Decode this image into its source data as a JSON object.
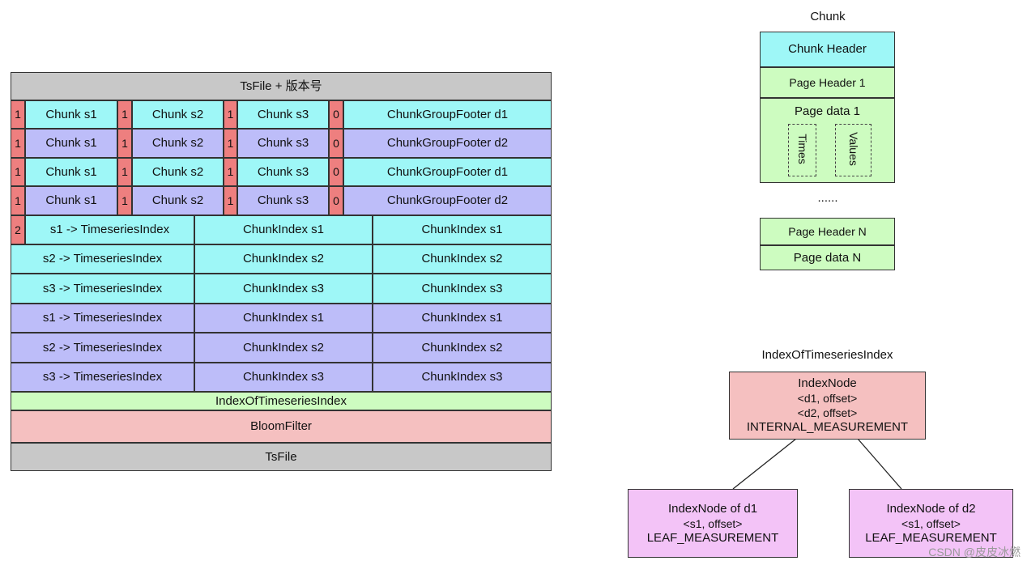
{
  "tsfile": {
    "header": "TsFile + 版本号",
    "chunk_group_rows": [
      {
        "marker_a": "1",
        "chunk_a": "Chunk s1",
        "marker_b": "1",
        "chunk_b": "Chunk s2",
        "marker_c": "1",
        "chunk_c": "Chunk s3",
        "marker_d": "0",
        "footer": "ChunkGroupFooter d1"
      },
      {
        "marker_a": "1",
        "chunk_a": "Chunk s1",
        "marker_b": "1",
        "chunk_b": "Chunk s2",
        "marker_c": "1",
        "chunk_c": "Chunk s3",
        "marker_d": "0",
        "footer": "ChunkGroupFooter d2"
      },
      {
        "marker_a": "1",
        "chunk_a": "Chunk s1",
        "marker_b": "1",
        "chunk_b": "Chunk s2",
        "marker_c": "1",
        "chunk_c": "Chunk s3",
        "marker_d": "0",
        "footer": "ChunkGroupFooter d1"
      },
      {
        "marker_a": "1",
        "chunk_a": "Chunk s1",
        "marker_b": "1",
        "chunk_b": "Chunk s2",
        "marker_c": "1",
        "chunk_c": "Chunk s3",
        "marker_d": "0",
        "footer": "ChunkGroupFooter d2"
      }
    ],
    "index_marker": "2",
    "index_rows": [
      {
        "series": "s1 -> TimeseriesIndex",
        "chunk_index_a": "ChunkIndex s1",
        "chunk_index_b": "ChunkIndex s1"
      },
      {
        "series": "s2 -> TimeseriesIndex",
        "chunk_index_a": "ChunkIndex s2",
        "chunk_index_b": "ChunkIndex s2"
      },
      {
        "series": "s3 -> TimeseriesIndex",
        "chunk_index_a": "ChunkIndex s3",
        "chunk_index_b": "ChunkIndex s3"
      },
      {
        "series": "s1 -> TimeseriesIndex",
        "chunk_index_a": "ChunkIndex s1",
        "chunk_index_b": "ChunkIndex s1"
      },
      {
        "series": "s2 -> TimeseriesIndex",
        "chunk_index_a": "ChunkIndex s2",
        "chunk_index_b": "ChunkIndex s2"
      },
      {
        "series": "s3 -> TimeseriesIndex",
        "chunk_index_a": "ChunkIndex s3",
        "chunk_index_b": "ChunkIndex s3"
      }
    ],
    "index_of_timeseries_index": "IndexOfTimeseriesIndex",
    "bloom_filter": "BloomFilter",
    "footer": "TsFile"
  },
  "chunk": {
    "title": "Chunk",
    "chunk_header": "Chunk Header",
    "page_header_1": "Page Header 1",
    "page_data_1": "Page data 1",
    "times": "Times",
    "values": "Values",
    "ellipsis": "......",
    "page_header_n": "Page Header N",
    "page_data_n": "Page data N"
  },
  "index_tree": {
    "title": "IndexOfTimeseriesIndex",
    "root": {
      "lines": [
        "IndexNode",
        "<d1, offset>",
        "<d2, offset>",
        "INTERNAL_MEASUREMENT"
      ]
    },
    "leaf_d1": {
      "lines": [
        "IndexNode of d1",
        "<s1, offset>",
        "LEAF_MEASUREMENT"
      ]
    },
    "leaf_d2": {
      "lines": [
        "IndexNode of d2",
        "<s1, offset>",
        "LEAF_MEASUREMENT"
      ]
    }
  },
  "watermark": "CSDN @皮皮冰燃",
  "colors": {
    "gray": "#c8c8c8",
    "cyan": "#9ef7f7",
    "lavender": "#bdbdf9",
    "green": "#cdfcc0",
    "pink": "#f5c0c0",
    "marker_red": "#ee7f7f",
    "violet": "#f3c3f7"
  }
}
